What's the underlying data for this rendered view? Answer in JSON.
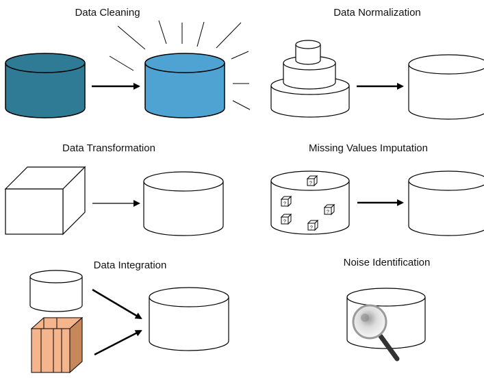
{
  "panels": [
    {
      "id": "cleaning",
      "label": "Data Cleaning"
    },
    {
      "id": "normalization",
      "label": "Data Normalization"
    },
    {
      "id": "transformation",
      "label": "Data Transformation"
    },
    {
      "id": "imputation",
      "label": "Missing Values Imputation"
    },
    {
      "id": "integration",
      "label": "Data Integration"
    },
    {
      "id": "noise",
      "label": "Noise Identification"
    }
  ],
  "question_mark_glyph": "?",
  "colors": {
    "dark_teal_cylinder": "#2f7b95",
    "light_blue_cylinder": "#4fa3d3",
    "stack_orange": "#f4b48c",
    "stack_side": "#c6875a",
    "outline": "#000000",
    "white_fill": "#ffffff",
    "magnifier_handle": "#333333"
  }
}
